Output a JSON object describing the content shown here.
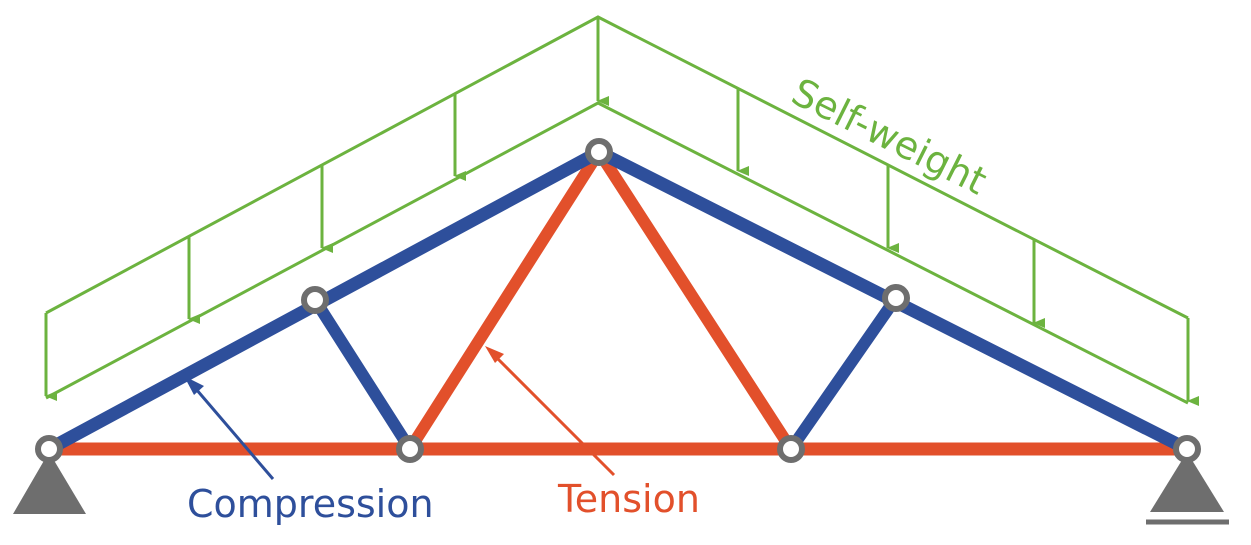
{
  "labels": {
    "self_weight": "Self-weight",
    "compression": "Compression",
    "tension": "Tension"
  },
  "colors": {
    "compression": "#2e4f9b",
    "tension": "#e2502b",
    "load": "#6cb33f",
    "support": "#6e6e6e",
    "joint_stroke": "#6e6e6e",
    "joint_fill": "#ffffff"
  },
  "members": {
    "top_chords": "compression",
    "outer_webs": "compression",
    "inner_webs": "tension",
    "bottom_chord": "tension"
  },
  "supports": {
    "left": "pin-support",
    "right": "roller-support"
  },
  "load": {
    "type": "distributed",
    "direction": "downward"
  }
}
